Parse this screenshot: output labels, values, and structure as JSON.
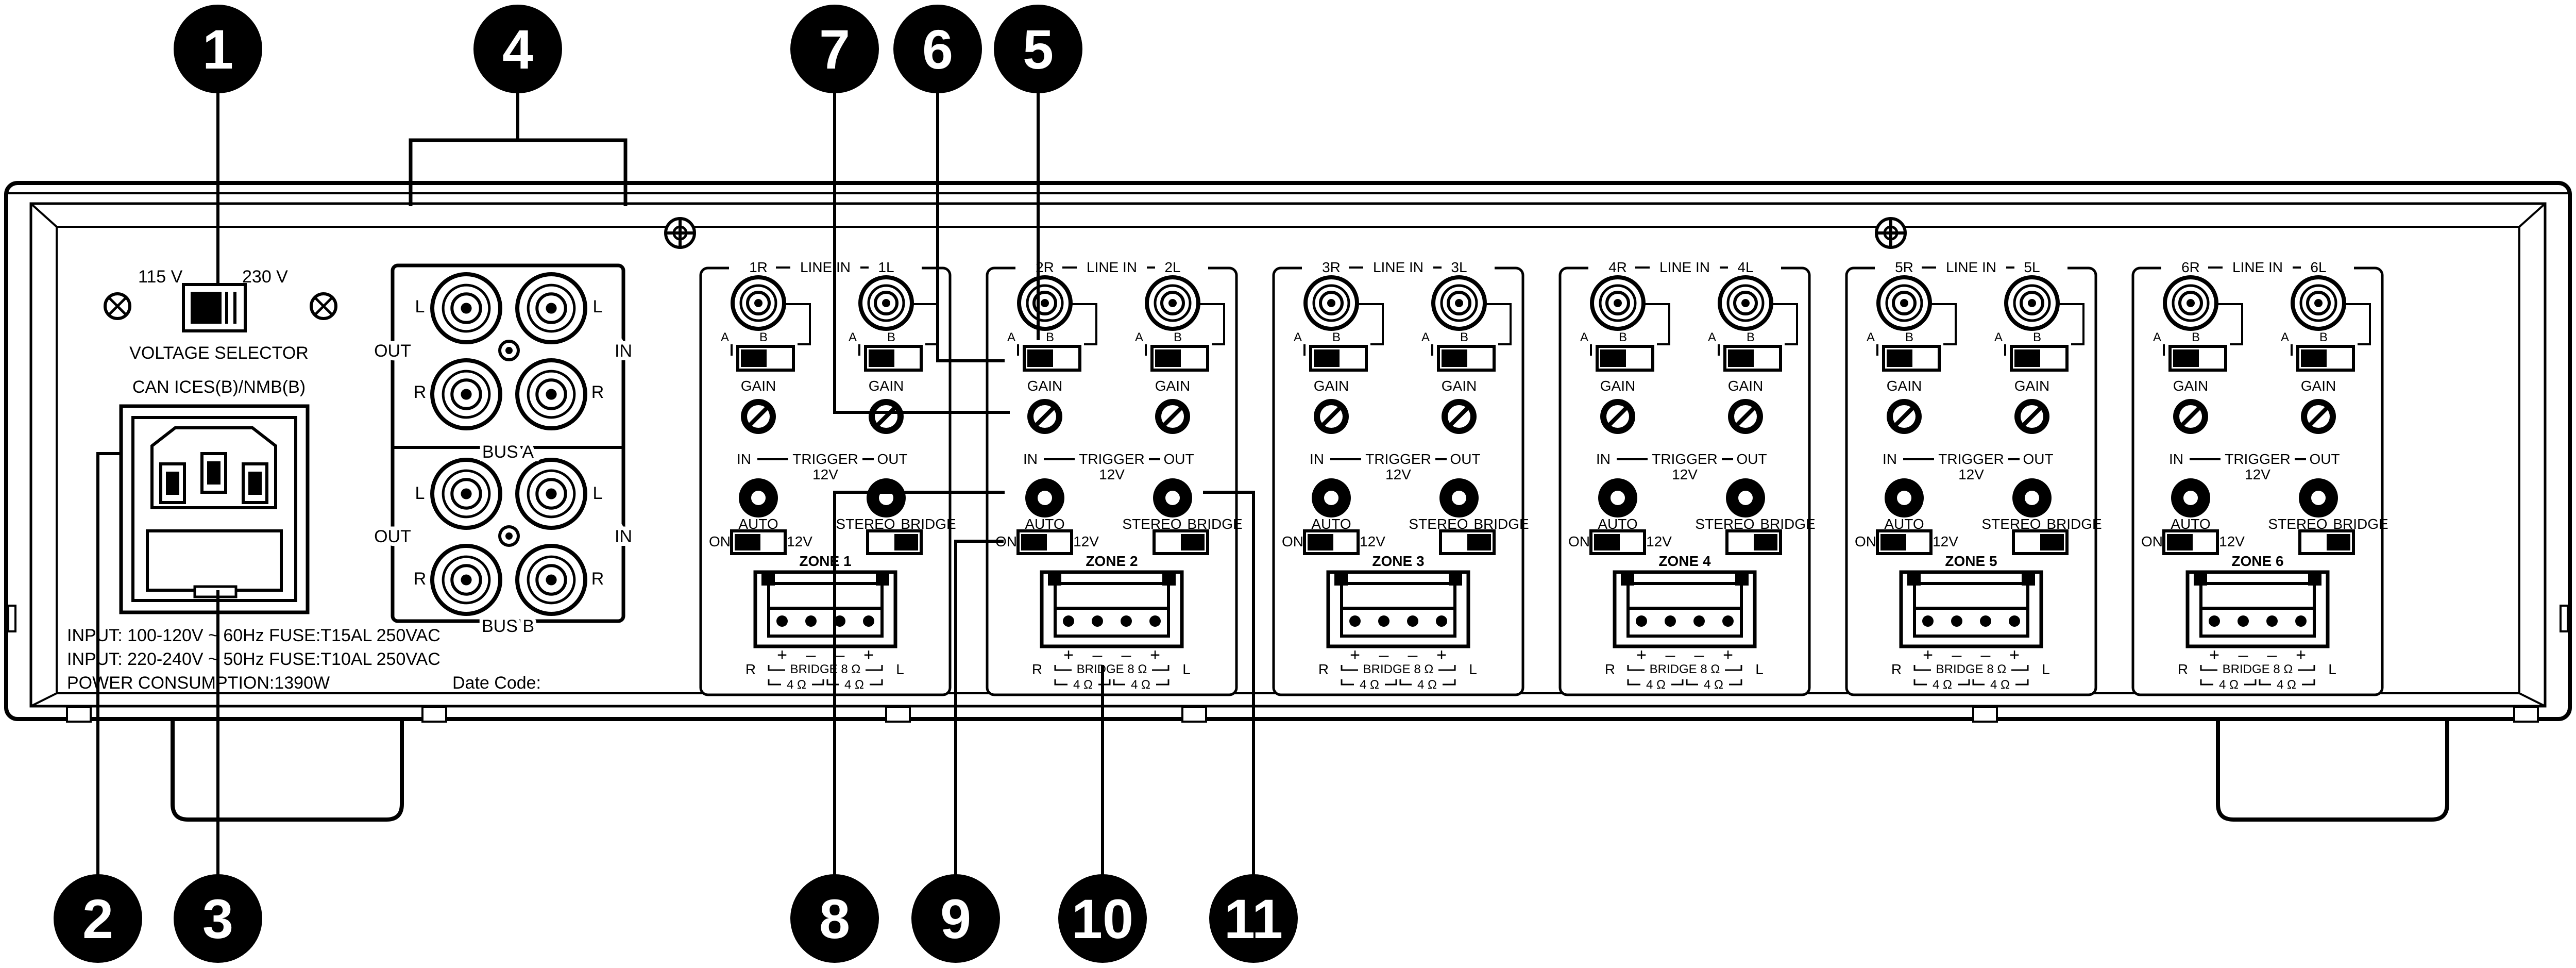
{
  "callouts": [
    "1",
    "2",
    "3",
    "4",
    "5",
    "6",
    "7",
    "8",
    "9",
    "10",
    "11"
  ],
  "power": {
    "v115": "115 V",
    "v230": "230 V",
    "voltage_selector": "VOLTAGE SELECTOR",
    "certification": "CAN ICES(B)/NMB(B)",
    "spec_lines": [
      "INPUT: 100-120V ~ 60Hz FUSE:T15AL 250VAC",
      "INPUT: 220-240V ~ 50Hz FUSE:T10AL 250VAC",
      "POWER CONSUMPTION:1390W"
    ],
    "date_code": "Date Code:"
  },
  "bus": {
    "l": "L",
    "r": "R",
    "out": "OUT",
    "in": "IN",
    "bus_a": "BUS A",
    "bus_b": "BUS B"
  },
  "zone_common": {
    "line_in": "LINE IN",
    "a": "A",
    "b": "B",
    "gain": "GAIN",
    "in": "IN",
    "trigger": "TRIGGER",
    "out": "OUT",
    "v12": "12V",
    "auto": "AUTO",
    "on": "ON",
    "stereo": "STEREO",
    "bridge": "BRIDGE",
    "bridge_8": "BRIDGE 8 Ω",
    "ohm4": "4 Ω",
    "plus": "+",
    "minus": "–",
    "r": "R",
    "l": "L"
  },
  "zones": [
    {
      "name": "ZONE 1",
      "right_input": "1R",
      "left_input": "1L"
    },
    {
      "name": "ZONE 2",
      "right_input": "2R",
      "left_input": "2L"
    },
    {
      "name": "ZONE 3",
      "right_input": "3R",
      "left_input": "3L"
    },
    {
      "name": "ZONE 4",
      "right_input": "4R",
      "left_input": "4L"
    },
    {
      "name": "ZONE 5",
      "right_input": "5R",
      "left_input": "5L"
    },
    {
      "name": "ZONE 6",
      "right_input": "6R",
      "left_input": "6L"
    }
  ]
}
